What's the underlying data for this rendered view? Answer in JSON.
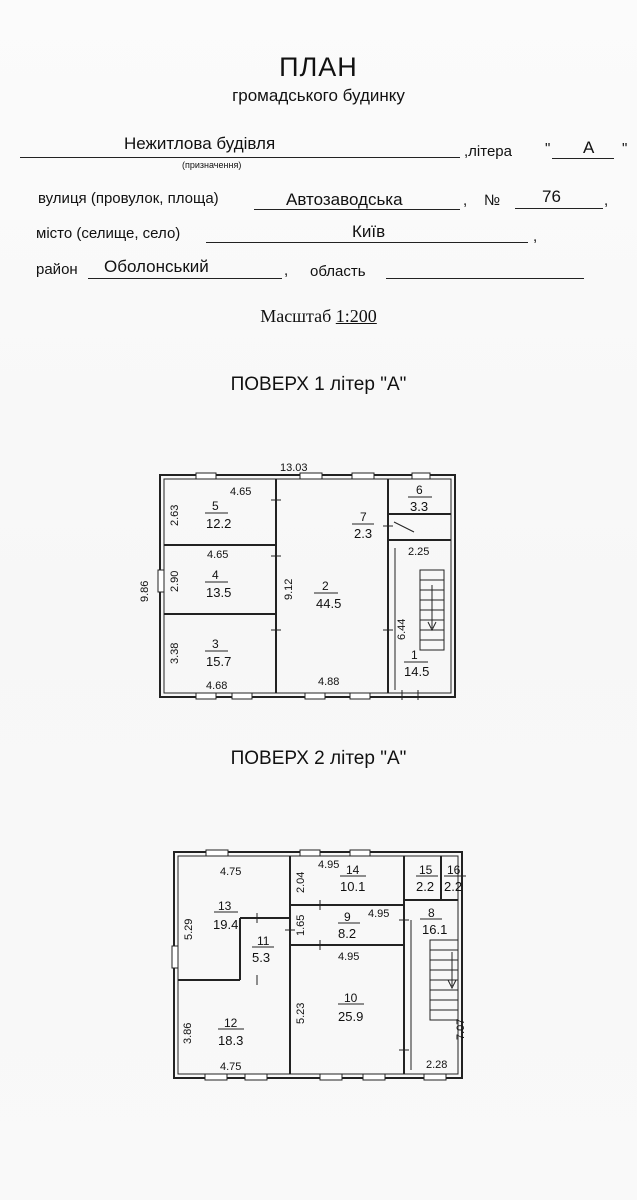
{
  "header": {
    "title": "ПЛАН",
    "subtitle": "громадського будинку"
  },
  "fields": {
    "purpose_value": "Нежитлова будівля",
    "purpose_caption": "(призначення)",
    "litera_label": ",літера",
    "litera_value": "А",
    "litera_quote_open": "\"",
    "litera_quote_close": "\"",
    "street_label": "вулиця (провулок, площа)",
    "street_value": "Автозаводська",
    "number_label": "№",
    "number_value": "76",
    "city_label": "місто (селище, село)",
    "city_value": "Київ",
    "district_label": "район",
    "district_value": "Оболонський",
    "region_label": "область",
    "region_value": "",
    "comma": ","
  },
  "scale": {
    "label": "Масштаб",
    "value": "1:200"
  },
  "floor1": {
    "title": "ПОВЕРХ 1 літер \"А\"",
    "dims": {
      "top_total": "13.03",
      "left_total": "9.86",
      "d_465_a": "4.65",
      "d_263": "2.63",
      "d_465_b": "4.65",
      "d_290": "2.90",
      "d_338": "3.38",
      "d_468": "4.68",
      "d_912": "9.12",
      "d_488": "4.88",
      "d_225": "2.25",
      "d_644": "6.44"
    },
    "rooms": [
      {
        "num": "5",
        "area": "12.2"
      },
      {
        "num": "4",
        "area": "13.5"
      },
      {
        "num": "3",
        "area": "15.7"
      },
      {
        "num": "2",
        "area": "44.5"
      },
      {
        "num": "7",
        "area": "2.3"
      },
      {
        "num": "6",
        "area": "3.3"
      },
      {
        "num": "1",
        "area": "14.5"
      }
    ]
  },
  "floor2": {
    "title": "ПОВЕРХ 2 літер \"А\"",
    "dims": {
      "d_475_top": "4.75",
      "d_529": "5.29",
      "d_495_a": "4.95",
      "d_204": "2.04",
      "d_165": "1.65",
      "d_495_b": "4.95",
      "d_495_c": "4.95",
      "d_523": "5.23",
      "d_386": "3.86",
      "d_475_bot": "4.75",
      "d_707": "7.07",
      "d_228": "2.28"
    },
    "rooms": [
      {
        "num": "13",
        "area": "19.4"
      },
      {
        "num": "14",
        "area": "10.1"
      },
      {
        "num": "15",
        "area": "2.2"
      },
      {
        "num": "16",
        "area": "2.2"
      },
      {
        "num": "9",
        "area": "8.2"
      },
      {
        "num": "8",
        "area": "16.1"
      },
      {
        "num": "11",
        "area": "5.3"
      },
      {
        "num": "10",
        "area": "25.9"
      },
      {
        "num": "12",
        "area": "18.3"
      }
    ]
  }
}
